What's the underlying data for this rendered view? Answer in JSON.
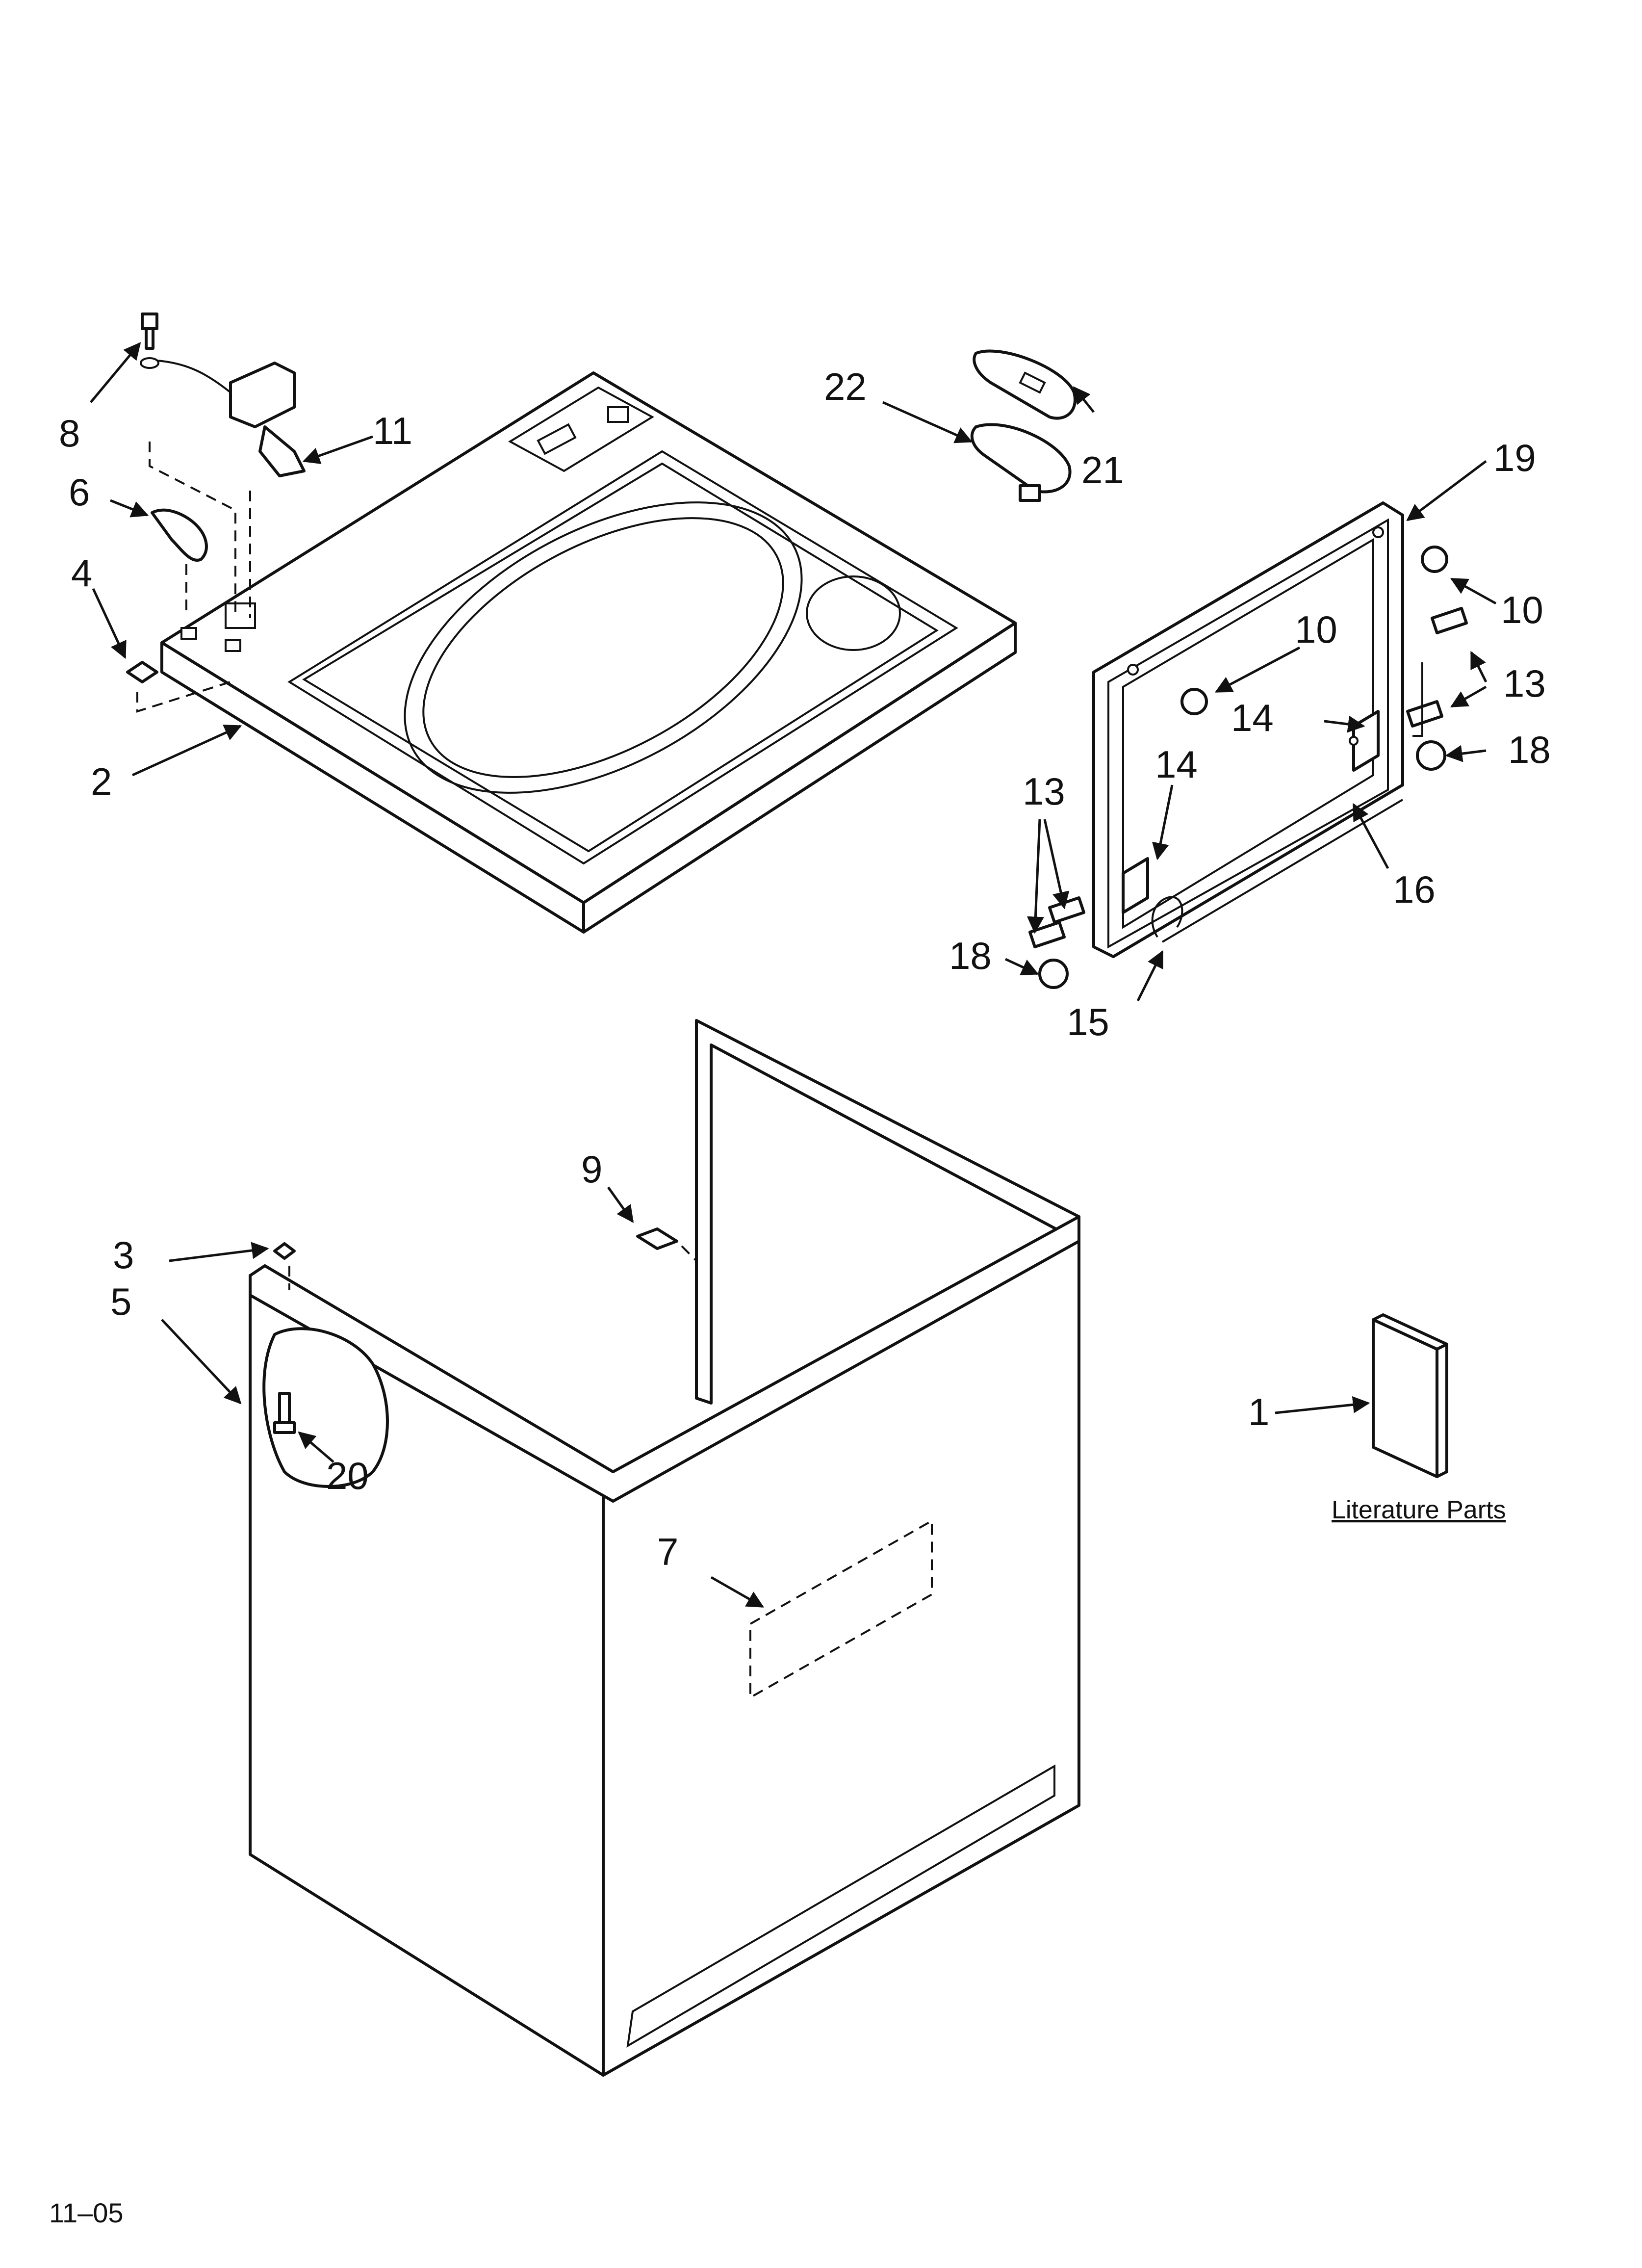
{
  "callouts": {
    "c1": "1",
    "c2": "2",
    "c3": "3",
    "c4": "4",
    "c5": "5",
    "c6": "6",
    "c7": "7",
    "c8": "8",
    "c9": "9",
    "c10a": "10",
    "c10b": "10",
    "c11": "11",
    "c13a": "13",
    "c13b": "13",
    "c14a": "14",
    "c14b": "14",
    "c15": "15",
    "c16": "16",
    "c18a": "18",
    "c18b": "18",
    "c19": "19",
    "c20": "20",
    "c21": "21",
    "c22": "22"
  },
  "literature_label": "Literature Parts",
  "date_code": "11–05"
}
